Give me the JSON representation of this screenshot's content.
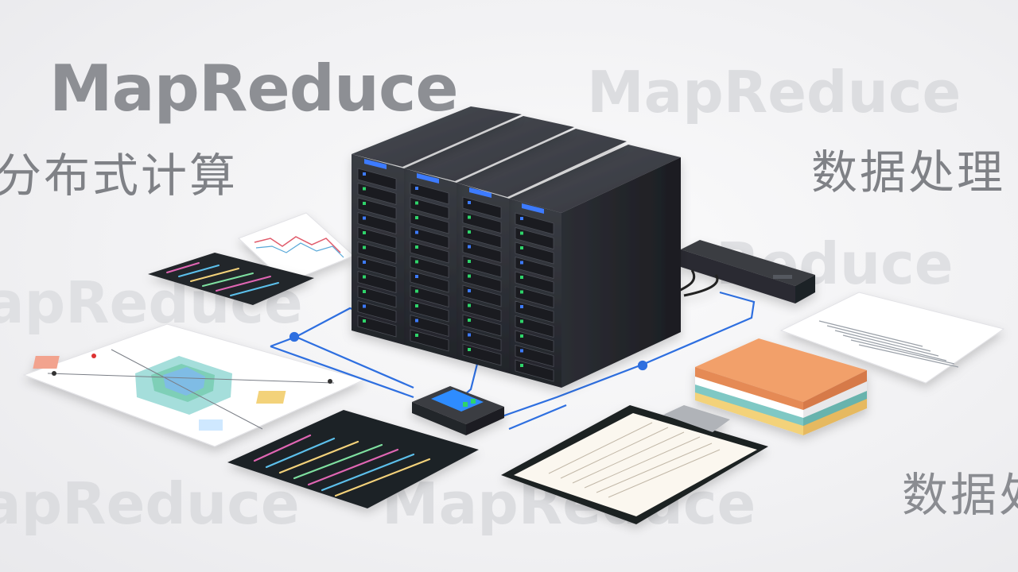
{
  "watermarks": {
    "main_title": "MapReduce",
    "top_right": "MapReduce",
    "cn_left": "分布式计算",
    "cn_right": "数据处理",
    "mid_left": "apReduce",
    "mid_right": "Reduce",
    "bottom_left": "apReduce",
    "bottom_mid": "MapReduce",
    "cn_bottom": "数据处"
  },
  "colors": {
    "server_body": "#2b2d33",
    "server_led_blue": "#3d7bff",
    "server_led_green": "#2fd46a",
    "cable_blue": "#2e6fe0",
    "book_orange": "#f2a06a",
    "book_teal": "#7fc8c4",
    "book_yellow": "#f3d27a"
  },
  "objects": {
    "server_racks": "server-rack-icon",
    "network_switch": "network-switch-icon",
    "hub_device": "hub-device-icon",
    "code_panel": "code-panel-icon",
    "diagram_sheet": "diagram-sheet-icon",
    "chart_sheet": "chart-sheet-icon",
    "document_sheet": "document-sheet-icon",
    "book_stack": "book-stack-icon",
    "clipboard_tablet": "clipboard-tablet-icon"
  }
}
